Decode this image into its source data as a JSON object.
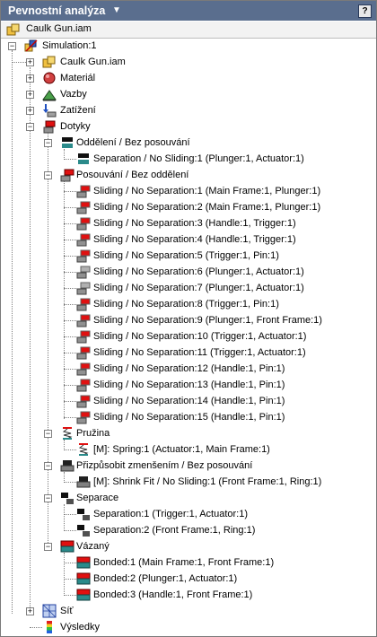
{
  "panel": {
    "title": "Pevnostní analýza",
    "help": "?"
  },
  "root": {
    "label": "Caulk Gun.iam"
  },
  "tree": {
    "simulation": "Simulation:1",
    "assembly": "Caulk Gun.iam",
    "material": "Materiál",
    "constraints": "Vazby",
    "loads": "Zatížení",
    "contacts": "Dotyky",
    "separation_no_slide_group": "Oddělení / Bez posouvání",
    "separation_no_slide_item": "Separation / No Sliding:1 (Plunger:1, Actuator:1)",
    "sliding_group": "Posouvání / Bez oddělení",
    "sliding_items": [
      "Sliding / No Separation:1 (Main Frame:1, Plunger:1)",
      "Sliding / No Separation:2 (Main Frame:1, Plunger:1)",
      "Sliding / No Separation:3 (Handle:1, Trigger:1)",
      "Sliding / No Separation:4 (Handle:1, Trigger:1)",
      "Sliding / No Separation:5 (Trigger:1, Pin:1)",
      "Sliding / No Separation:6 (Plunger:1, Actuator:1)",
      "Sliding / No Separation:7 (Plunger:1, Actuator:1)",
      "Sliding / No Separation:8 (Trigger:1, Pin:1)",
      "Sliding / No Separation:9 (Plunger:1, Front Frame:1)",
      "Sliding / No Separation:10 (Trigger:1, Actuator:1)",
      "Sliding / No Separation:11 (Trigger:1, Actuator:1)",
      "Sliding / No Separation:12 (Handle:1, Pin:1)",
      "Sliding / No Separation:13 (Handle:1, Pin:1)",
      "Sliding / No Separation:14 (Handle:1, Pin:1)",
      "Sliding / No Separation:15 (Handle:1, Pin:1)"
    ],
    "spring_group": "Pružina",
    "spring_item": "[M]: Spring:1 (Actuator:1, Main Frame:1)",
    "shrink_group": "Přizpůsobit zmenšením / Bez posouvání",
    "shrink_item": "[M]: Shrink Fit / No Sliding:1 (Front Frame:1, Ring:1)",
    "separation_group": "Separace",
    "separation_items": [
      "Separation:1 (Trigger:1, Actuator:1)",
      "Separation:2 (Front Frame:1, Ring:1)"
    ],
    "bonded_group": "Vázaný",
    "bonded_items": [
      "Bonded:1 (Main Frame:1, Front Frame:1)",
      "Bonded:2 (Plunger:1, Actuator:1)",
      "Bonded:3 (Handle:1, Front Frame:1)"
    ],
    "mesh": "Síť",
    "results": "Výsledky"
  },
  "colors": {
    "titlebar": "#5a6e8e",
    "contact_red": "#e01010",
    "contact_grey": "#8a8a8a",
    "bonded_teal": "#2a8a8a"
  }
}
